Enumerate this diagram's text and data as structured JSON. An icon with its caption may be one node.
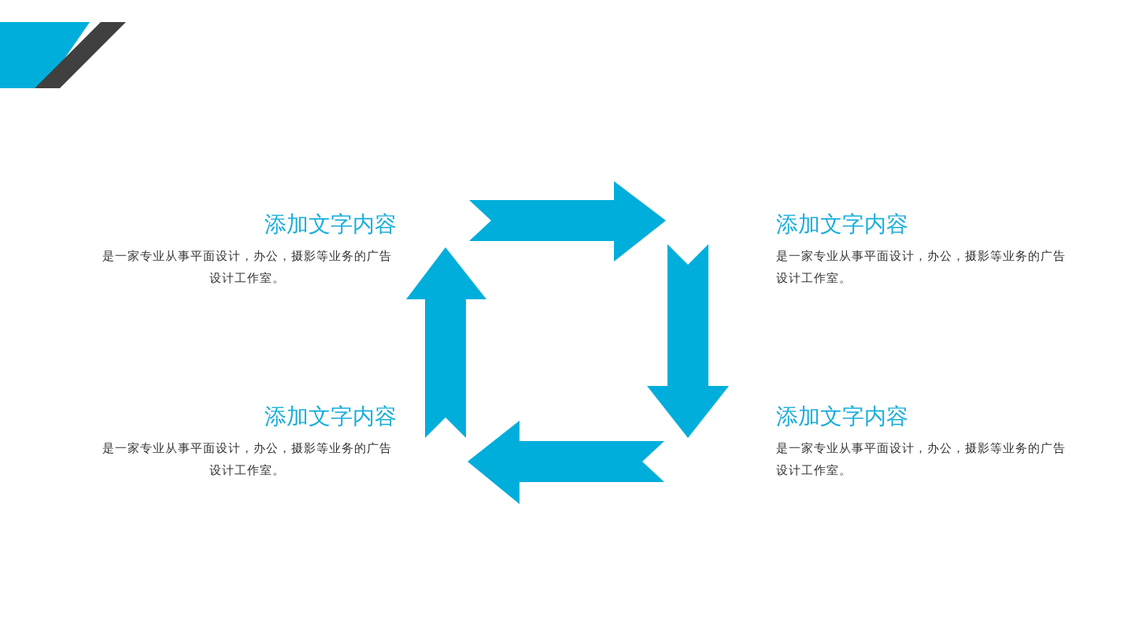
{
  "diagram": {
    "nodes": [
      {
        "text": [
          "添加文字内容",
          "是一家专业从事平面设计，办公，摄影等业务的广告设计工作室。"
        ]
      },
      {
        "text": [
          "添加文字内容",
          "是一家专业从事平面设计，办公，摄影等业务的广告设计工作室。"
        ]
      },
      {
        "text": [
          "添加文字内容",
          "是一家专业从事平面设计，办公，摄影等业务的广告设计工作室。"
        ]
      },
      {
        "text": [
          "添加文字内容",
          "是一家专业从事平面设计，办公，摄影等业务的广告设计工作室。"
        ]
      }
    ]
  }
}
